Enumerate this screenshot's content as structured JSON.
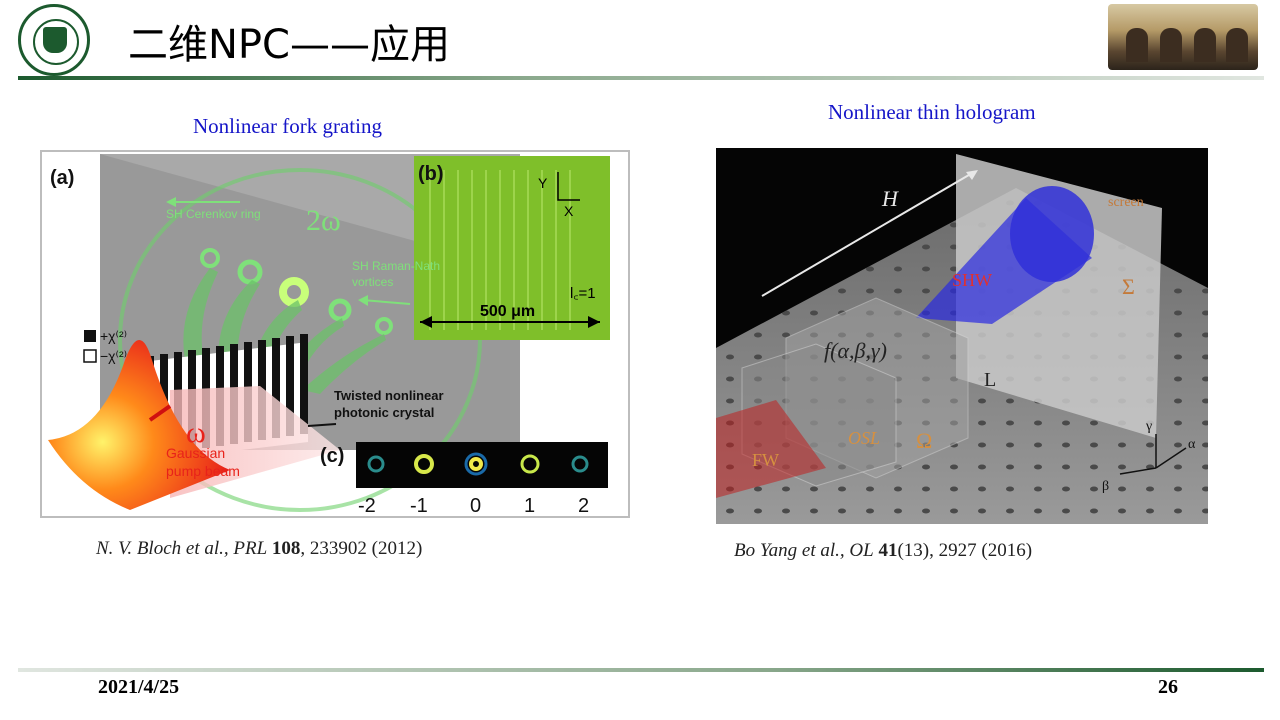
{
  "slide": {
    "title": "二维NPC——应用",
    "date": "2021/4/25",
    "page_number": "26"
  },
  "left_figure": {
    "caption": "Nonlinear fork grating",
    "panel_labels": [
      "(a)",
      "(b)",
      "(c)"
    ],
    "labels": {
      "sh_cerenkov": "SH Cerenkov ring",
      "two_omega": "2ω",
      "sh_raman_1": "SH Raman-Nath",
      "sh_raman_2": "vortices",
      "plus_chi": "+χ⁽²⁾",
      "minus_chi": "−χ⁽²⁾",
      "twisted_1": "Twisted nonlinear",
      "twisted_2": "photonic crystal",
      "omega": "ω",
      "gaussian_1": "Gaussian",
      "gaussian_2": "pump beam",
      "scale": "500 μm",
      "lc": "l꜀=1",
      "axis_y": "Y",
      "axis_x": "X"
    },
    "orders": [
      "-2",
      "-1",
      "0",
      "1",
      "2"
    ],
    "reference": {
      "authors": "N. V. Bloch et al., PRL",
      "volume": "108",
      "rest": ", 233902 (2012)"
    }
  },
  "right_figure": {
    "caption": "Nonlinear thin hologram",
    "labels": {
      "H": "H",
      "screen": "screen",
      "shw": "SHW",
      "sigma": "Σ",
      "func": "f(α,β,γ)",
      "L": "L",
      "osl": "OSL",
      "omega": "Ω",
      "fw": "FW",
      "gamma": "γ",
      "alpha": "α",
      "beta": "β"
    },
    "reference": {
      "authors": "Bo Yang et al., OL",
      "volume": "41",
      "rest": "(13), 2927 (2016)"
    }
  },
  "colors": {
    "accent_green": "#1c5a2e",
    "caption_blue": "#1515c8",
    "shg_green": "#7fe07a",
    "pump_red": "#e8221a"
  }
}
